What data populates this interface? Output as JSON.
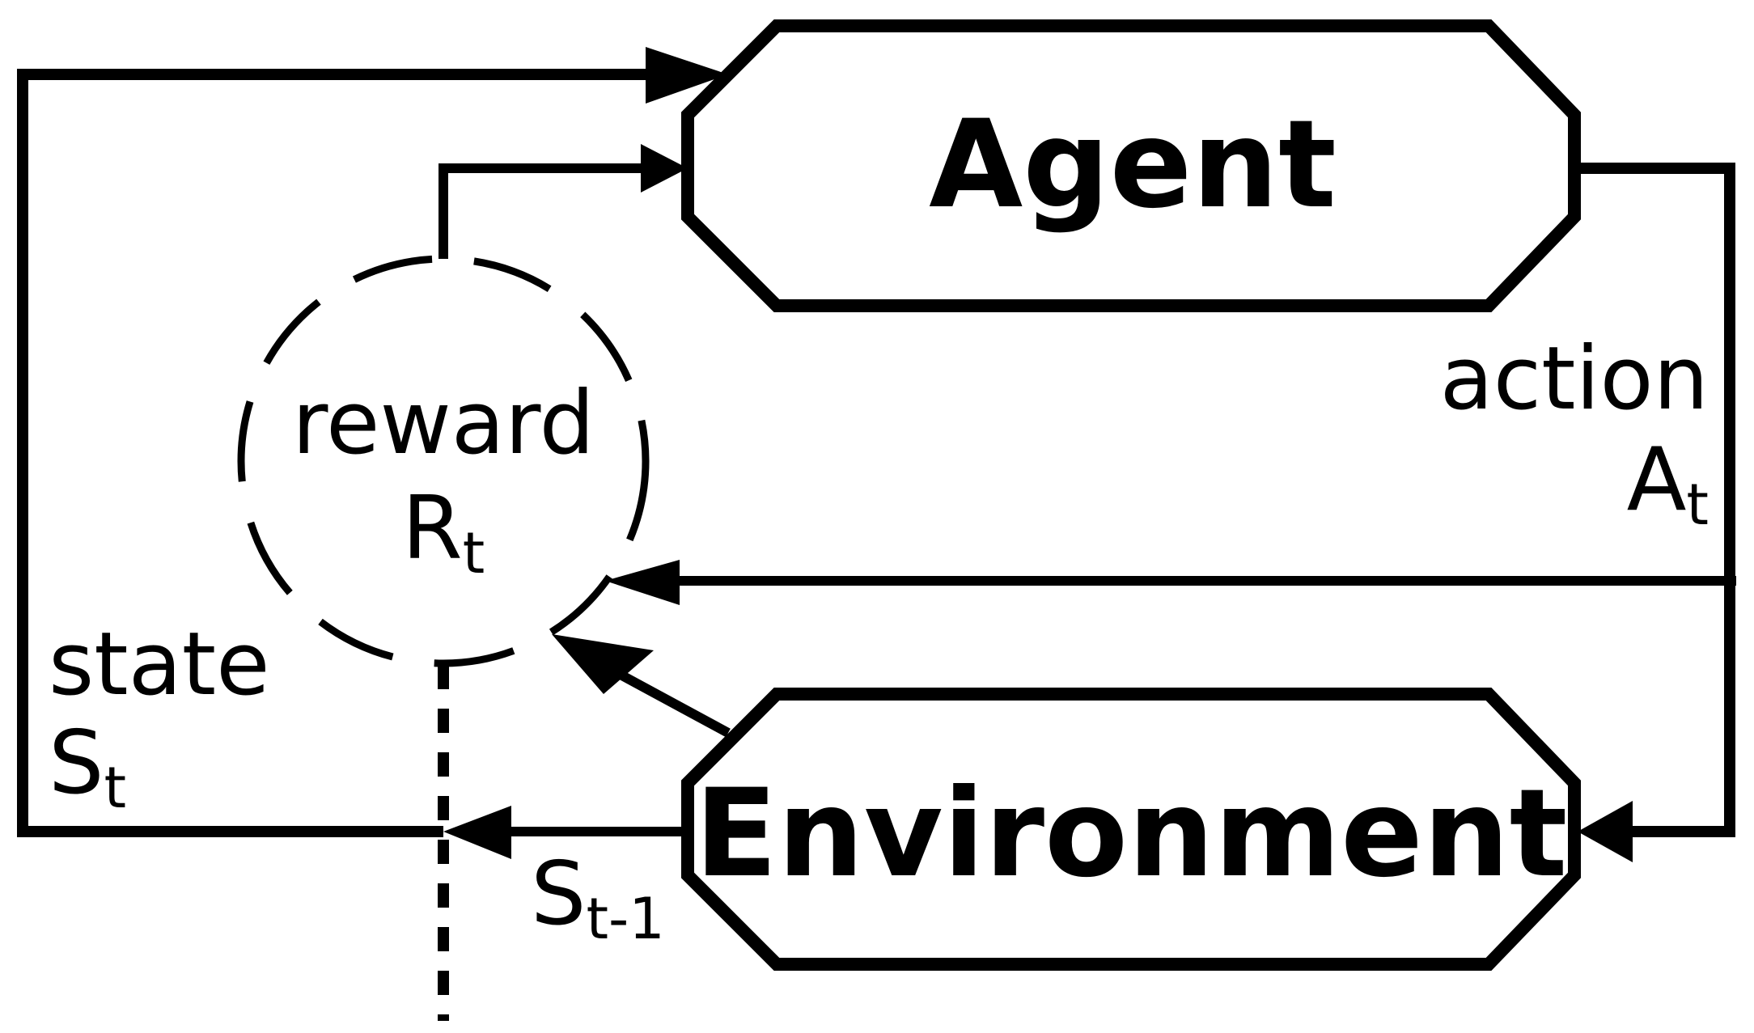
{
  "diagram": {
    "nodes": {
      "agent": {
        "label": "Agent"
      },
      "environment": {
        "label": "Environment"
      },
      "reward": {
        "label": "reward",
        "symbol": "R",
        "subscript": "t"
      }
    },
    "edges": {
      "action": {
        "label": "action",
        "symbol": "A",
        "subscript": "t"
      },
      "state": {
        "label": "state",
        "symbol": "S",
        "subscript": "t"
      },
      "previous_state": {
        "symbol": "S",
        "subscript": "t-1"
      }
    }
  }
}
